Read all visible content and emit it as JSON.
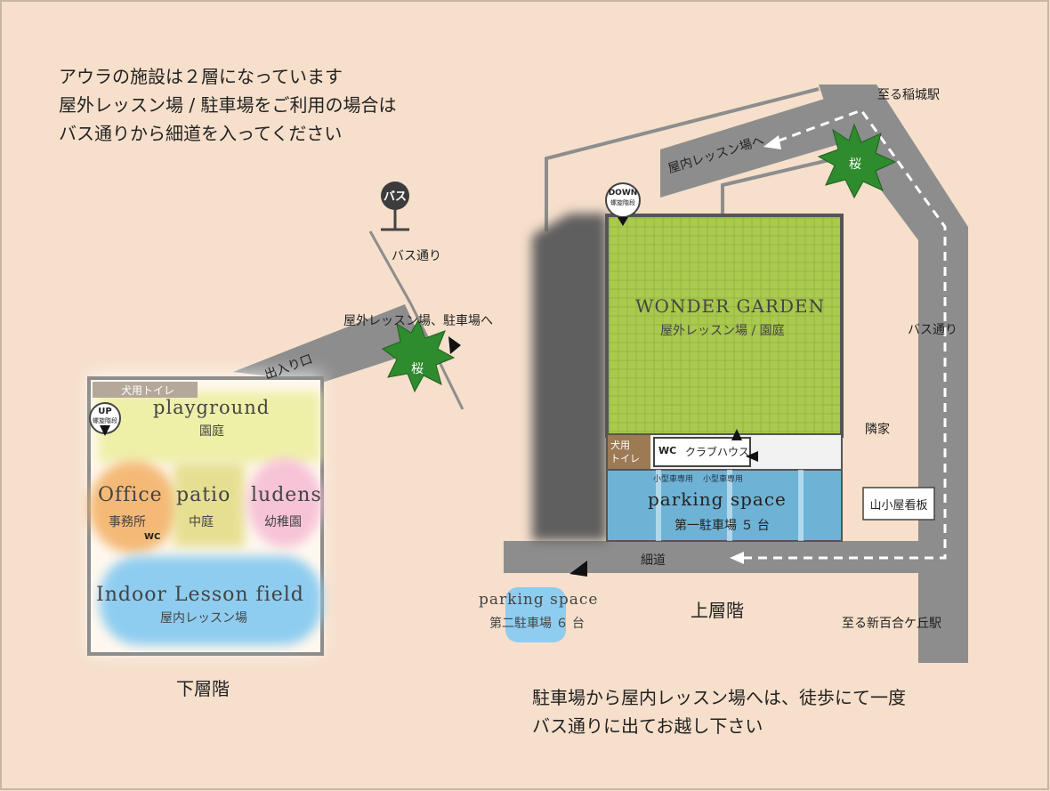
{
  "notes": {
    "intro_line1": "アウラの施設は２層になっています",
    "intro_line2": "屋外レッスン場 / 駐車場をご利用の場合は",
    "intro_line3": "バス通りから細道を入ってください",
    "bottom_line1": "駐車場から屋内レッスン場へは、徒歩にて一度",
    "bottom_line2": "バス通りに出てお越し下さい"
  },
  "lower_floor": {
    "caption": "下層階",
    "bus_stop": "バス",
    "bus_street": "バス通り",
    "to_outdoor": "屋外レッスン場、駐車場へ",
    "entrance": "出入り口",
    "sakura": "桜",
    "dog_toilet": "犬用トイレ",
    "stairs_up": "UP",
    "stairs_sub": "螺旋階段",
    "playground": "playground",
    "playground_jp": "園庭",
    "office": "Office",
    "office_jp": "事務所",
    "patio": "patio",
    "patio_jp": "中庭",
    "ludens": "ludens",
    "ludens_jp": "幼稚園",
    "wc": "WC",
    "indoor": "Indoor Lesson field",
    "indoor_jp": "屋内レッスン場"
  },
  "upper_floor": {
    "caption": "上層階",
    "to_station_inagi": "至る稲城駅",
    "to_station_shinyuri": "至る新百合ケ丘駅",
    "to_indoor": "屋内レッスン場へ",
    "sakura": "桜",
    "stairs_down": "DOWN",
    "stairs_sub": "螺旋階段",
    "garden": "WONDER GARDEN",
    "garden_jp": "屋外レッスン場 / 園庭",
    "bus_street": "バス通り",
    "neighbor": "隣家",
    "dog_toilet_1": "犬用",
    "dog_toilet_2": "トイレ",
    "wc": "WC",
    "clubhouse": "クラブハウス",
    "compact_only_1": "小型車専用",
    "compact_only_2": "小型車専用",
    "parking1": "parking space",
    "parking1_jp": "第一駐車場 ５ 台",
    "signboard": "山小屋看板",
    "narrow_road": "細道",
    "parking2": "parking space",
    "parking2_jp": "第二駐車場 ６ 台"
  },
  "colors": {
    "background": "#f6dfcb",
    "road": "#8d8d8d",
    "garden": "#a8c84f",
    "parking": "#6eb3d6",
    "indoor": "#8fcdf0",
    "office": "#f3b36a",
    "ludens": "#f6c1d6",
    "patio": "#e4dd88",
    "tree": "#2e8b2e"
  }
}
